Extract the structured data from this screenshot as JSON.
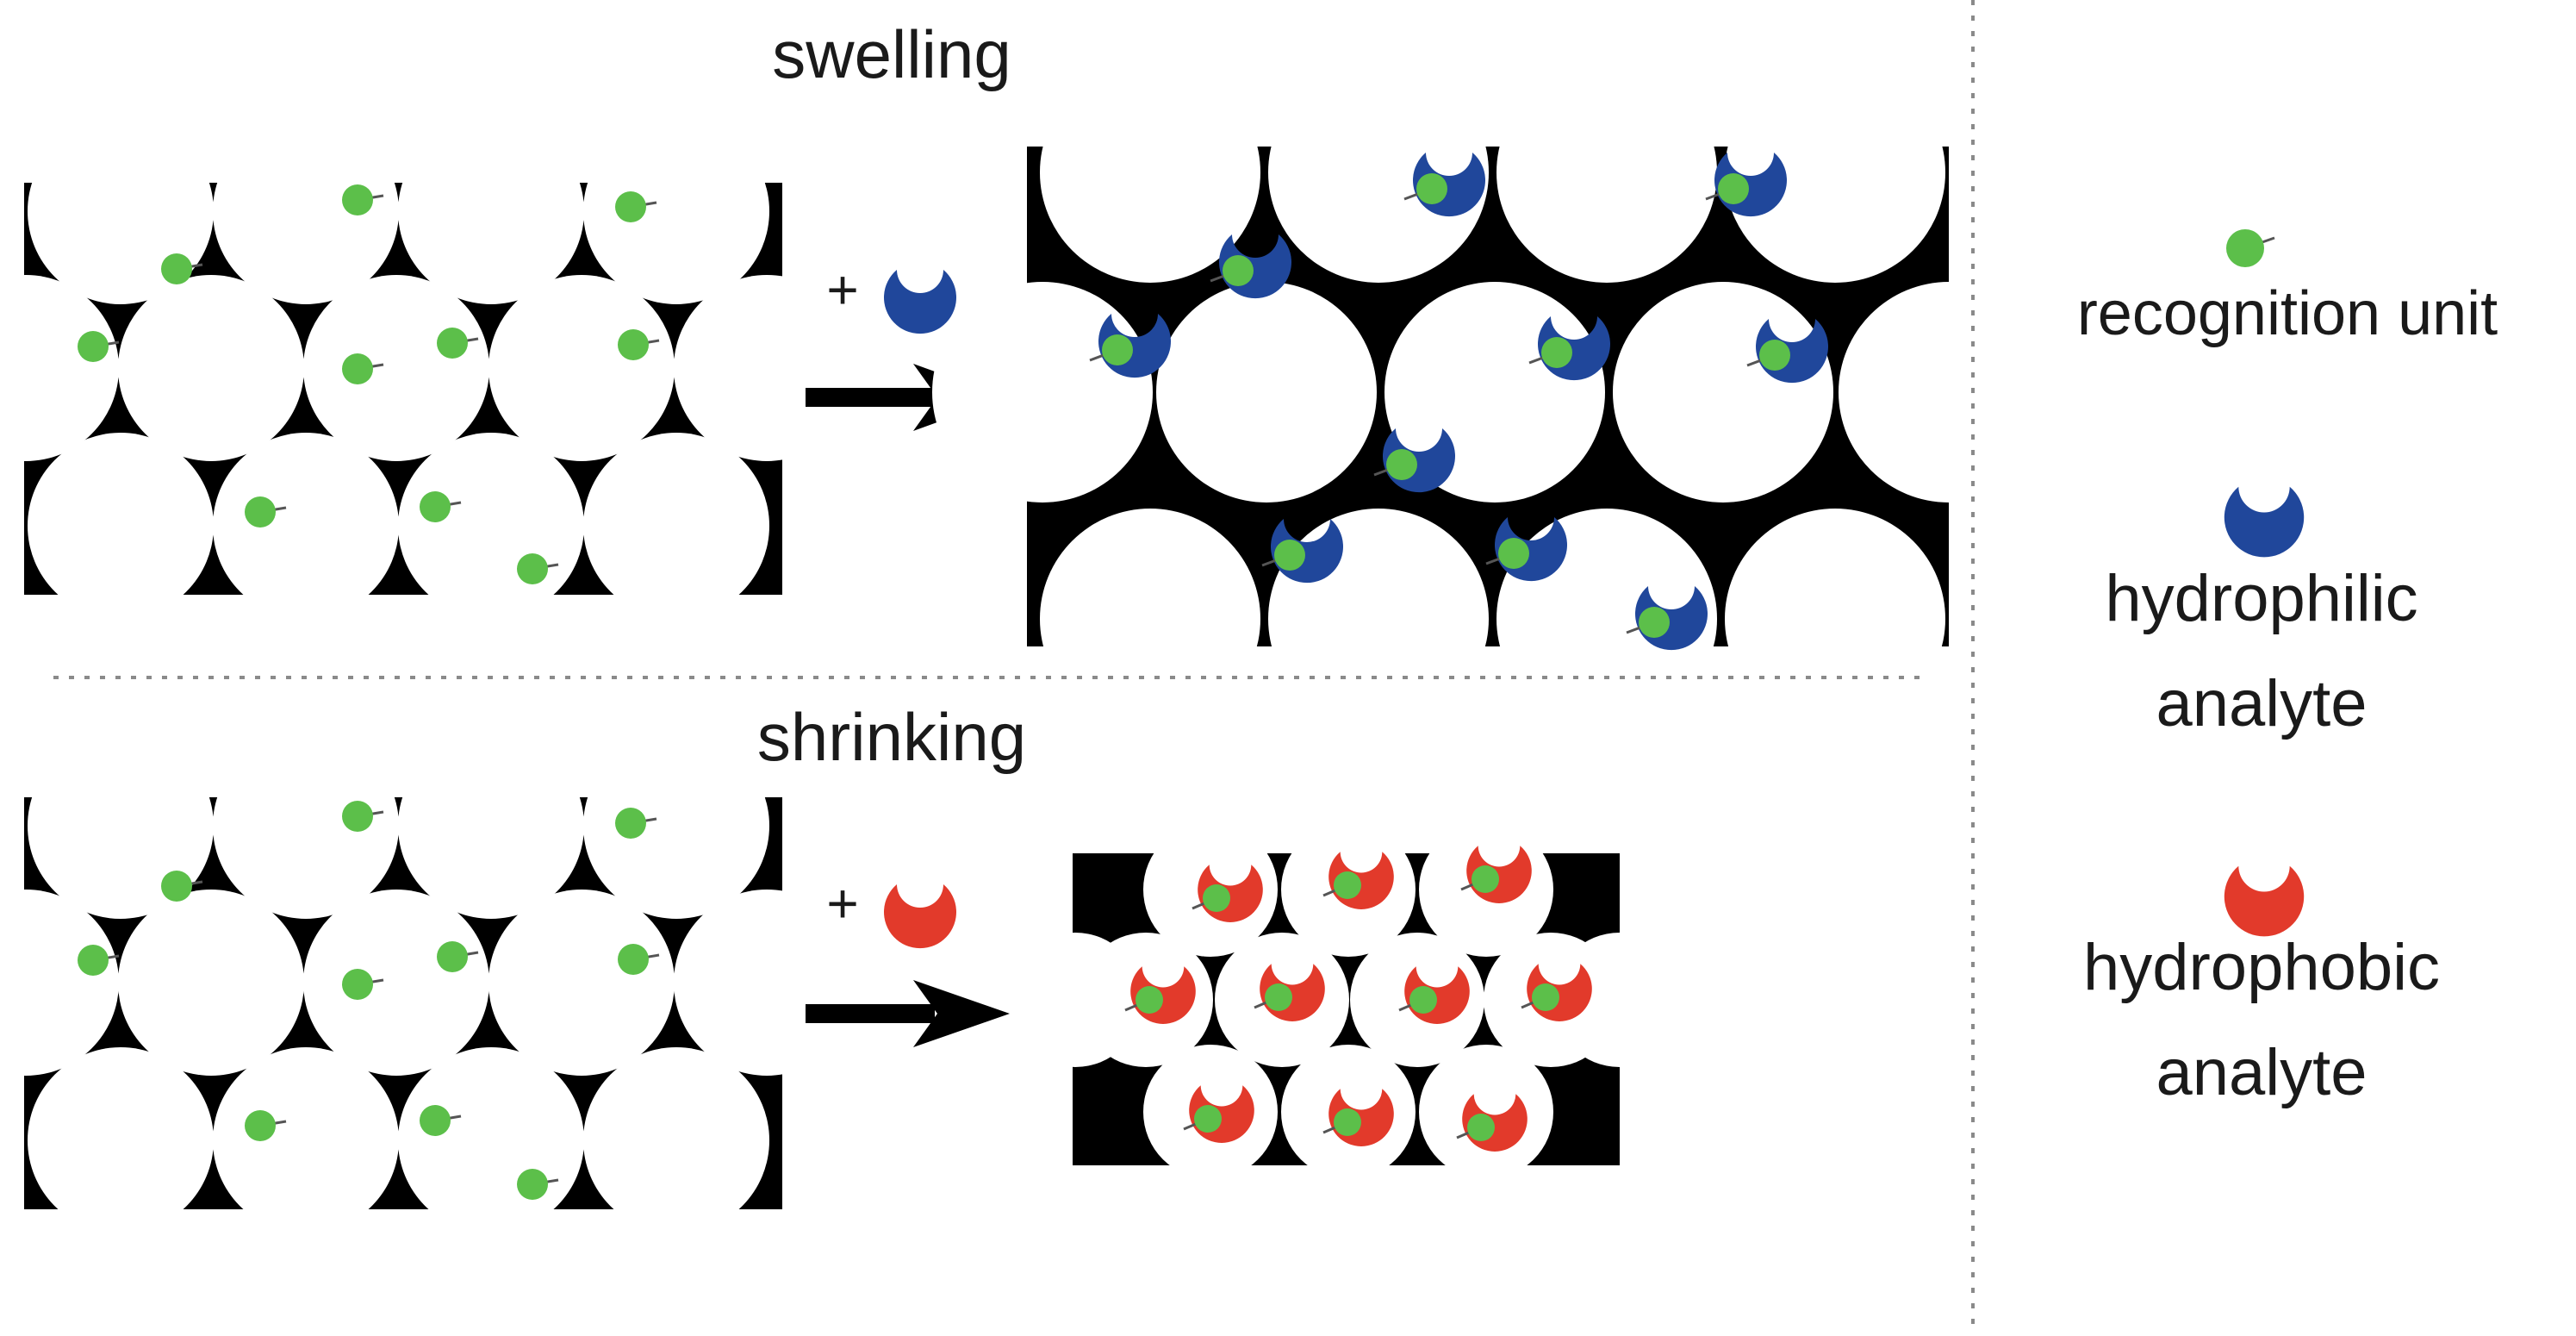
{
  "labels": {
    "swelling": "swelling",
    "shrinking": "shrinking",
    "plus": "+"
  },
  "legend": {
    "recognition_unit": "recognition unit",
    "hydrophilic_line1": "hydrophilic",
    "hydrophilic_line2": "analyte",
    "hydrophobic_line1": "hydrophobic",
    "hydrophobic_line2": "analyte"
  },
  "colors": {
    "framework": "#000000",
    "recognition_unit": "#5cbf4a",
    "hydrophilic_analyte": "#20479b",
    "hydrophobic_analyte": "#e23a2b",
    "divider": "#8a8a8a",
    "text": "#1a1a1a"
  },
  "icons": {
    "recognition_unit": "green-dot-icon",
    "hydrophilic_analyte": "blue-notched-circle-icon",
    "hydrophobic_analyte": "red-notched-circle-icon",
    "arrow": "right-arrow-icon"
  }
}
